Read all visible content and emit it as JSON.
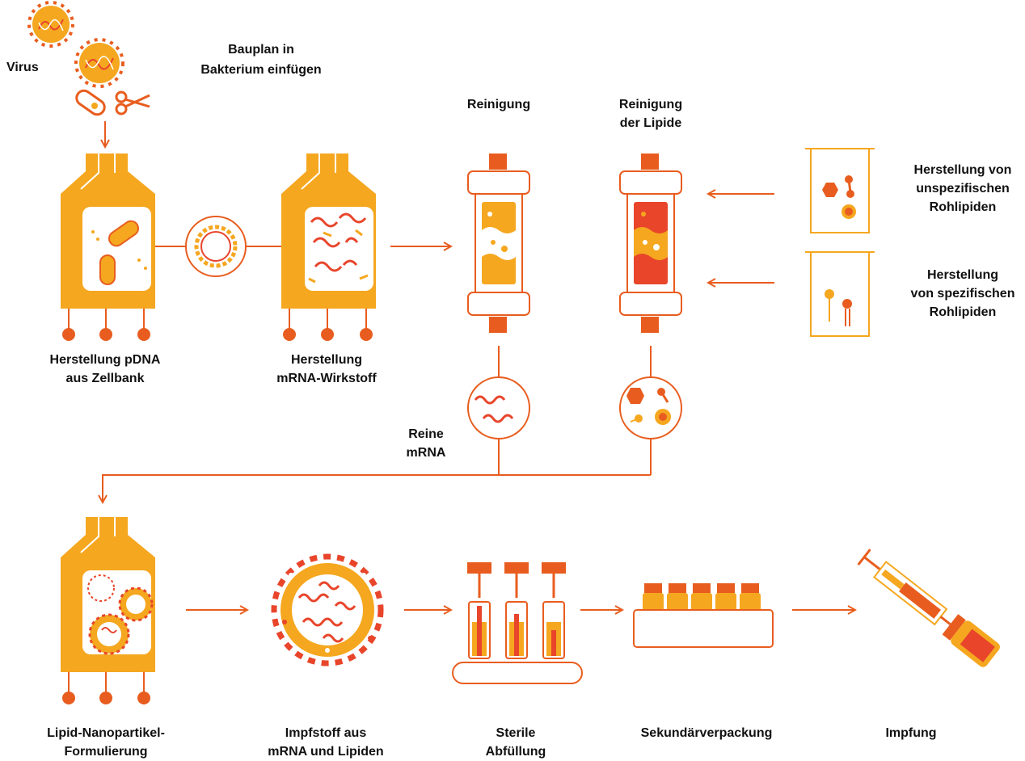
{
  "colors": {
    "orange": "#f5a71f",
    "dark_orange": "#e85d1f",
    "red": "#e8452b",
    "light_orange": "#ffd27a",
    "text": "#111111"
  },
  "labels": {
    "virus": "Virus",
    "bauplan_1": "Bauplan in",
    "bauplan_2": "Bakterium einfügen",
    "pdna_1": "Herstellung pDNA",
    "pdna_2": "aus Zellbank",
    "mrna_1": "Herstellung",
    "mrna_2": "mRNA-Wirkstoff",
    "reinigung": "Reinigung",
    "reinigung_lipide_1": "Reinigung",
    "reinigung_lipide_2": "der Lipide",
    "unspez_1": "Herstellung von",
    "unspez_2": "unspezifischen",
    "unspez_3": "Rohlipiden",
    "spez_1": "Herstellung",
    "spez_2": "von spezifischen",
    "spez_3": "Rohlipiden",
    "reine_1": "Reine",
    "reine_2": "mRNA",
    "lnp_1": "Lipid-Nanopartikel-",
    "lnp_2": "Formulierung",
    "impfstoff_1": "Impfstoff aus",
    "impfstoff_2": "mRNA und Lipiden",
    "sterile_1": "Sterile",
    "sterile_2": "Abfüllung",
    "sekundaer": "Sekundärverpackung",
    "impfung": "Impfung"
  },
  "icons": [
    "virus-icon",
    "bacterium-icon",
    "scissors-icon",
    "bioreactor-icon",
    "plasmid-icon",
    "purification-column-icon",
    "beaker-icon",
    "mrna-magnifier-icon",
    "lipid-magnifier-icon",
    "nanoparticle-icon",
    "vial-filling-icon",
    "packaging-icon",
    "syringe-icon"
  ]
}
